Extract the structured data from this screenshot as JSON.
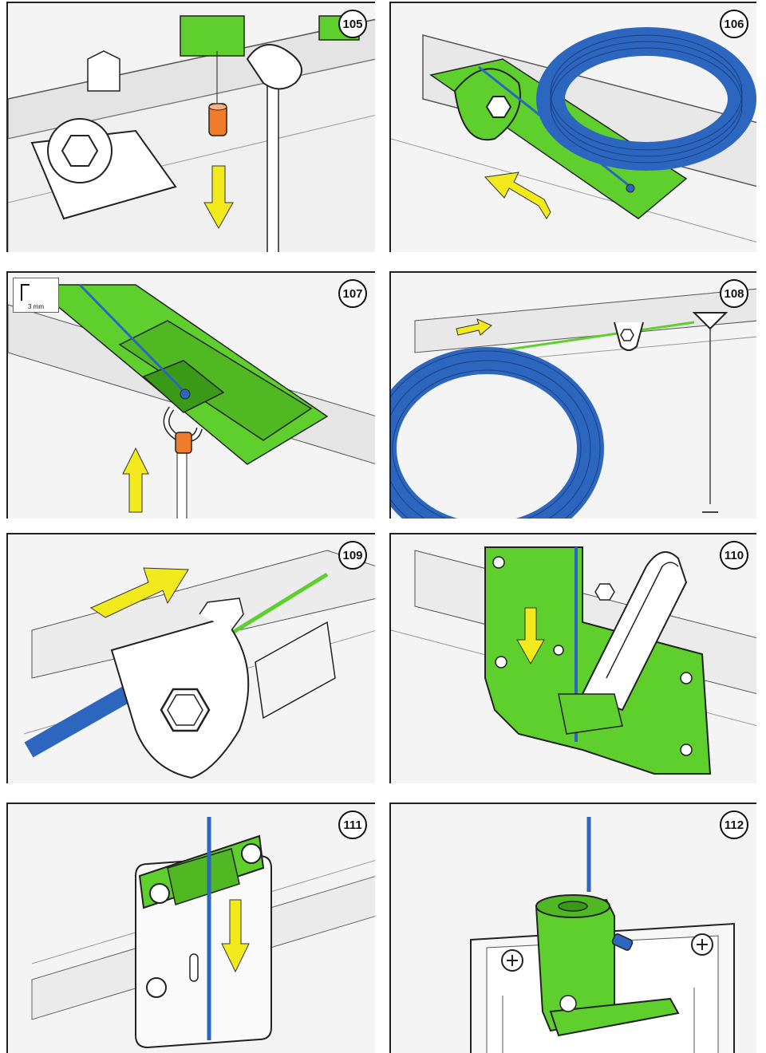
{
  "panels": [
    {
      "number": "105"
    },
    {
      "number": "106"
    },
    {
      "number": "107",
      "tool_label": "3 mm"
    },
    {
      "number": "108"
    },
    {
      "number": "109"
    },
    {
      "number": "110"
    },
    {
      "number": "111"
    },
    {
      "number": "112"
    }
  ],
  "colors": {
    "green_part": "#5fcf2d",
    "blue_cable": "#2d66bf",
    "orange_part": "#f07b2a",
    "yellow_arrow": "#f2ea1c",
    "line": "#222222"
  },
  "icons": [
    "hex-nut-icon",
    "arrow-down-icon",
    "arrow-up-icon",
    "arrow-right-icon",
    "allen-key-icon",
    "screw-icon"
  ]
}
